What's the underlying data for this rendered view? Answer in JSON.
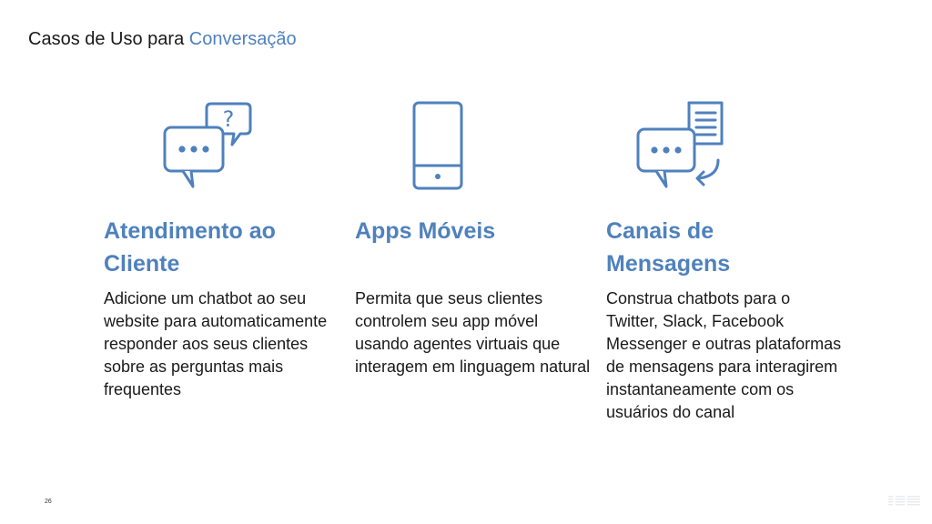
{
  "slide": {
    "title": "Casos de Uso para",
    "title_accent": "Conversação",
    "page_number": "26",
    "accent_color": "#4f81bd"
  },
  "columns": [
    {
      "icon": "chat-question-icon",
      "heading_line1": "Atendimento ao",
      "heading_line2": "Cliente",
      "body": "Adicione um  chatbot ao seu website para automaticamente responder aos seus clientes sobre as perguntas mais frequentes"
    },
    {
      "icon": "mobile-phone-icon",
      "heading_line1": "Apps Móveis",
      "heading_line2": "",
      "body": "Permita que seus clientes controlem seu app móvel usando agentes virtuais que interagem em linguagem natural"
    },
    {
      "icon": "chat-document-icon",
      "heading_line1": "Canais de",
      "heading_line2": "Mensagens",
      "body": "Construa chatbots para o Twitter, Slack, Facebook Messenger e outras plataformas de mensagens para interagirem instantaneamente com os usuários do canal"
    }
  ],
  "footer": {
    "logo_icon": "ibm-logo-icon"
  }
}
